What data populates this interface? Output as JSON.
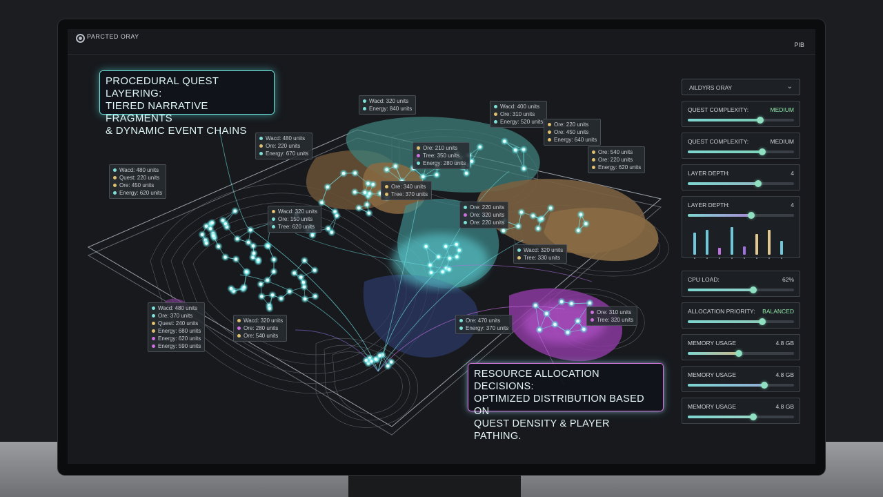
{
  "window": {
    "title": "PARCTED ORAY",
    "corner_label": "PIB"
  },
  "callouts": {
    "quest": {
      "head": "Procedural Quest Layering:",
      "line1": "TIERED NARRATIVE FRAGMENTS",
      "line2": "& DYNAMIC EVENT CHAINS"
    },
    "resource": {
      "head": "Resource Allocation Decisions:",
      "line1": "OPTIMIZED DISTRIBUTION BASED ON",
      "line2": "QUEST DENSITY & PLAYER PATHING."
    }
  },
  "map_tags": [
    {
      "lines": [
        {
          "dot": "#7fe0d8",
          "text": "Wacd: 320 units"
        },
        {
          "dot": "#7fe0d8",
          "text": "Energy: 840 units"
        }
      ]
    },
    {
      "lines": [
        {
          "dot": "#7fe0d8",
          "text": "Wacd: 400 units"
        },
        {
          "dot": "#e0c070",
          "text": "Ore: 310 units"
        },
        {
          "dot": "#7fe0d8",
          "text": "Energy: 520 units"
        }
      ]
    },
    {
      "lines": [
        {
          "dot": "#e0c070",
          "text": "Ore: 220 units"
        },
        {
          "dot": "#e0c070",
          "text": "Ore: 450 units"
        },
        {
          "dot": "#e0c070",
          "text": "Energy: 640 units"
        }
      ]
    },
    {
      "lines": [
        {
          "dot": "#7fe0d8",
          "text": "Wacd: 480 units"
        },
        {
          "dot": "#e0c070",
          "text": "Ore: 220 units"
        },
        {
          "dot": "#7fe0d8",
          "text": "Energy: 670 units"
        }
      ]
    },
    {
      "lines": [
        {
          "dot": "#e0c070",
          "text": "Ore: 210 units"
        },
        {
          "dot": "#d070e0",
          "text": "Tree: 350 units"
        },
        {
          "dot": "#7fe0d8",
          "text": "Energy: 280 units"
        }
      ]
    },
    {
      "lines": [
        {
          "dot": "#e0c070",
          "text": "Ore: 540 units"
        },
        {
          "dot": "#e0c070",
          "text": "Ore: 220 units"
        },
        {
          "dot": "#e0c070",
          "text": "Energy: 620 units"
        }
      ]
    },
    {
      "lines": [
        {
          "dot": "#7fe0d8",
          "text": "Wacd: 480 units"
        },
        {
          "dot": "#e0c070",
          "text": "Quest: 220 units"
        },
        {
          "dot": "#e0c070",
          "text": "Ore: 450 units"
        },
        {
          "dot": "#7fe0d8",
          "text": "Energy: 620 units"
        }
      ]
    },
    {
      "lines": [
        {
          "dot": "#e0c070",
          "text": "Ore: 340 units"
        },
        {
          "dot": "#e0c070",
          "text": "Tree: 370 units"
        }
      ]
    },
    {
      "lines": [
        {
          "dot": "#e0c070",
          "text": "Wacd: 320 units"
        },
        {
          "dot": "#7fe0d8",
          "text": "Ore: 150 units"
        },
        {
          "dot": "#7fe0d8",
          "text": "Tree: 620 units"
        }
      ]
    },
    {
      "lines": [
        {
          "dot": "#7fe0d8",
          "text": "Ore: 220 units"
        },
        {
          "dot": "#d070e0",
          "text": "Ore: 320 units"
        },
        {
          "dot": "#7fe0d8",
          "text": "Ore: 220 units"
        }
      ]
    },
    {
      "lines": [
        {
          "dot": "#7fe0d8",
          "text": "Wacd: 320 units"
        },
        {
          "dot": "#e0c070",
          "text": "Tree: 330 units"
        }
      ]
    },
    {
      "lines": [
        {
          "dot": "#7fe0d8",
          "text": "Wacd: 480 units"
        },
        {
          "dot": "#7fe0d8",
          "text": "Ore: 370 units"
        },
        {
          "dot": "#e0c070",
          "text": "Quest: 240 units"
        },
        {
          "dot": "#e0c070",
          "text": "Energy: 680 units"
        },
        {
          "dot": "#d070e0",
          "text": "Energy: 620 units"
        },
        {
          "dot": "#d070e0",
          "text": "Energy: 590 units"
        }
      ]
    },
    {
      "lines": [
        {
          "dot": "#e0c070",
          "text": "Wacd: 320 units"
        },
        {
          "dot": "#d070e0",
          "text": "Ore: 280 units"
        },
        {
          "dot": "#e0c070",
          "text": "Ore: 540 units"
        }
      ]
    },
    {
      "lines": [
        {
          "dot": "#7fe0d8",
          "text": "Ore: 470 units"
        },
        {
          "dot": "#7fe0d8",
          "text": "Energy: 370 units"
        }
      ]
    },
    {
      "lines": [
        {
          "dot": "#d070e0",
          "text": "Ore: 310 units"
        },
        {
          "dot": "#d070e0",
          "text": "Tree: 320 units"
        }
      ]
    }
  ],
  "panel": {
    "dropdown": {
      "label": "AILDYRS ORAY"
    },
    "cards": [
      {
        "label": "QUEST COMPLEXITY:",
        "value": "MEDIUM",
        "accent": true,
        "level": 0.68,
        "fill": "#79c8b4"
      },
      {
        "label": "QUEST COMPLEXITY:",
        "value": "MEDIUM",
        "accent": false,
        "level": 0.7,
        "fill": "#7ed3b9"
      },
      {
        "label": "LAYER DEPTH:",
        "value": "4",
        "accent": false,
        "level": 0.66,
        "fill": "#8fb9c4"
      },
      {
        "label": "LAYER DEPTH:",
        "value": "4",
        "accent": false,
        "level": 0.6,
        "fill": "#a78ad6",
        "bars": [
          0.8,
          0.9,
          0.25,
          1.0,
          0.3,
          0.75,
          0.9,
          0.5
        ]
      },
      {
        "label": "CPU LOAD:",
        "value": "62%",
        "accent": false,
        "level": 0.62,
        "fill": "#8fd0c8"
      },
      {
        "label": "ALLOCATION PRIORITY:",
        "value": "BALANCED",
        "accent": true,
        "level": 0.7,
        "fill": "#8cc8b8"
      },
      {
        "label": "MEMORY USAGE",
        "value": "4.8 GB",
        "accent": false,
        "level": 0.48,
        "fill": "#c8b98c"
      },
      {
        "label": "MEMORY USAGE",
        "value": "4.8 GB",
        "accent": false,
        "level": 0.72,
        "fill": "#8fb0d8"
      },
      {
        "label": "MEMORY USAGE",
        "value": "4.8 GB",
        "accent": false,
        "level": 0.62,
        "fill": "#9ad6c8"
      }
    ],
    "bar_colors": [
      "#6fc8d8",
      "#6fc8d8",
      "#c070e0",
      "#6fc8d8",
      "#a070e0",
      "#e0c890",
      "#e0c890",
      "#6fc8d8"
    ]
  },
  "colors": {
    "teal": "#6fe6e0",
    "magenta": "#d67ce0",
    "brown_region": "#7a5f3c",
    "teal_region": "#4a8e88",
    "purple_region": "#8a44a0"
  }
}
